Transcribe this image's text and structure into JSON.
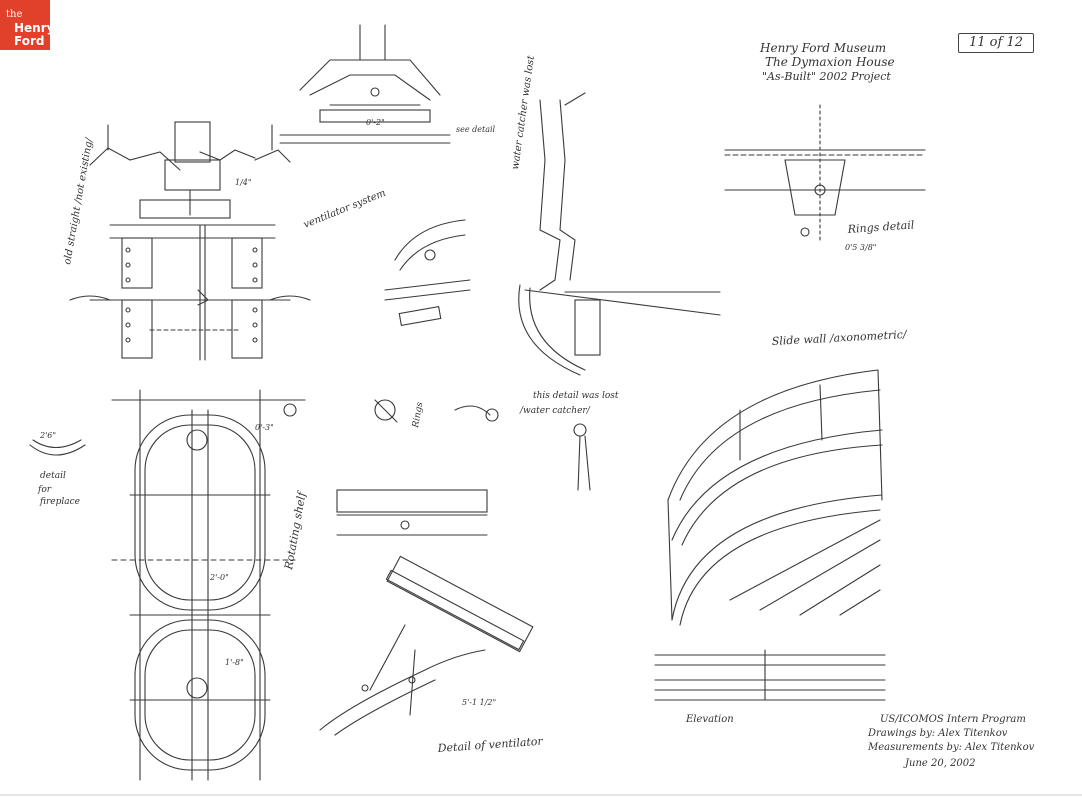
{
  "logo": {
    "line1": "the",
    "line2": "Henry",
    "line3": "Ford",
    "brand_color": "#e1412a"
  },
  "sheet": {
    "number": "11 of 12"
  },
  "title_block": {
    "line1": "Henry Ford Museum",
    "line2": "The Dymaxion House",
    "line3": "\"As-Built\" 2002 Project"
  },
  "credits": {
    "program": "US/ICOMOS Intern Program",
    "drawings": "Drawings by: Alex Titenkov",
    "measurements": "Measurements by: Alex Titenkov",
    "date": "June 20, 2002"
  },
  "notes": {
    "ventilator_system": "ventilator system",
    "old_vs_existing": "old straight /not existing/",
    "water_catcher_lost": "water catcher was lost",
    "rings_detail": "Rings detail",
    "slide_wall": "Slide wall /axonometric/",
    "detail_lost": "this detail was lost",
    "water_catcher": "/water catcher/",
    "rings": "Rings",
    "rotating_shelf": "Rotating shelf",
    "detail_fireplace_1": "detail",
    "detail_fireplace_2": "for",
    "detail_fireplace_3": "fireplace",
    "detail_ventilator": "Detail of ventilator",
    "elevation": "Elevation",
    "see_detail": "see detail"
  },
  "dims": {
    "d1": "0'-2\"",
    "d2": "0'5 3/8\"",
    "d3": "2'-0\"",
    "d4": "1/4\"",
    "d5": "0'-3\"",
    "d6": "1'-8\"",
    "d7": "5'-1 1/2\"",
    "d8": "2'6\""
  }
}
